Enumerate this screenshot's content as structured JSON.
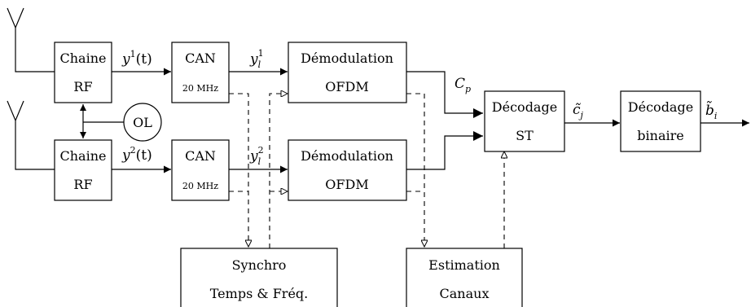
{
  "blocks": {
    "rf1": [
      "Chaine",
      "RF"
    ],
    "rf2": [
      "Chaine",
      "RF"
    ],
    "can1": [
      "CAN",
      "20 MHz"
    ],
    "can2": [
      "CAN",
      "20 MHz"
    ],
    "demod1": [
      "Démodulation",
      "OFDM"
    ],
    "demod2": [
      "Démodulation",
      "OFDM"
    ],
    "decst": [
      "Décodage",
      "ST"
    ],
    "decbin": [
      "Décodage",
      "binaire"
    ],
    "synchro": [
      "Synchro",
      "Temps & Fréq."
    ],
    "estim": [
      "Estimation",
      "Canaux"
    ],
    "ol": "OL"
  },
  "signals": {
    "y1": {
      "base": "y",
      "sup": "1",
      "tail": "(t)"
    },
    "y2": {
      "base": "y",
      "sup": "2",
      "tail": "(t)"
    },
    "yl1": {
      "base": "y",
      "sub": "l",
      "sup": "1"
    },
    "yl2": {
      "base": "y",
      "sub": "l",
      "sup": "2"
    },
    "cp": {
      "base": "C",
      "sub": "p"
    },
    "cj": {
      "base": "c̃",
      "sub": "j"
    },
    "bi": {
      "base": "b̃",
      "sub": "i"
    }
  }
}
